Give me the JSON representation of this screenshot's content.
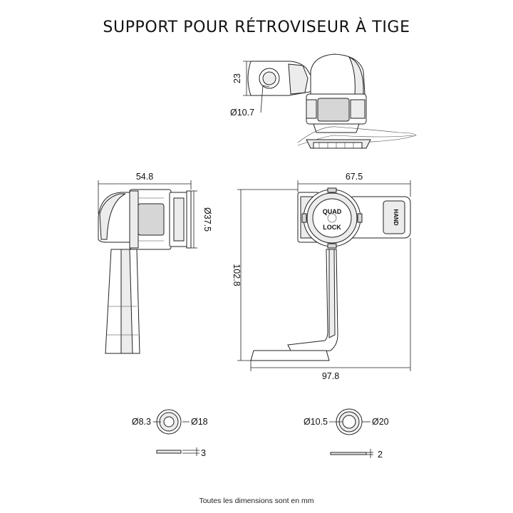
{
  "title": "SUPPORT POUR RÉTROVISEUR À TIGE",
  "top_view": {
    "height": "23",
    "hole_diameter": "Ø10.7"
  },
  "side_view": {
    "width": "54.8",
    "diameter": "Ø37.5"
  },
  "front_view": {
    "top_width": "67.5",
    "height": "102.8",
    "bottom_width": "97.8",
    "logo_line1": "QUAD",
    "logo_line2": "LOCK",
    "tab_text": "HAND"
  },
  "washer_small": {
    "inner": "Ø8.3",
    "outer": "Ø18",
    "thickness": "3"
  },
  "washer_large": {
    "inner": "Ø10.5",
    "outer": "Ø20",
    "thickness": "2"
  },
  "footnote": "Toutes les dimensions sont en mm"
}
